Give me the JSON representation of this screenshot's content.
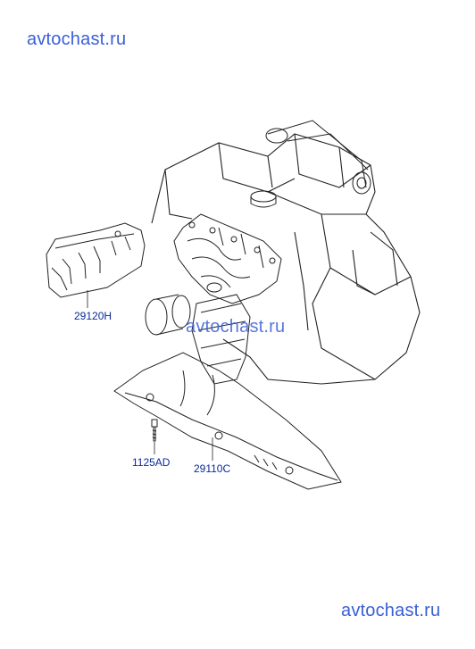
{
  "watermark": "avtochast.ru",
  "parts": {
    "heat_shield_upper": "29120H",
    "bolt": "1125AD",
    "heat_shield_lower": "29110C"
  }
}
